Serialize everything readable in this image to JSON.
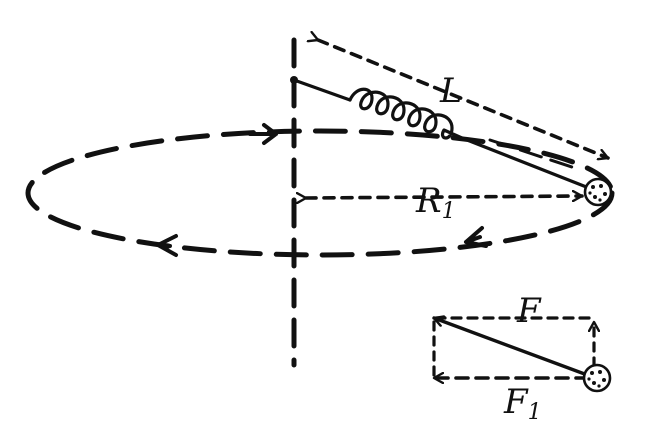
{
  "labels": {
    "length": "L",
    "radius": "R",
    "radius_sub": "1",
    "force": "F",
    "force_component": "F",
    "force_component_sub": "1"
  },
  "colors": {
    "ink": "#111111",
    "background": "#ffffff"
  }
}
